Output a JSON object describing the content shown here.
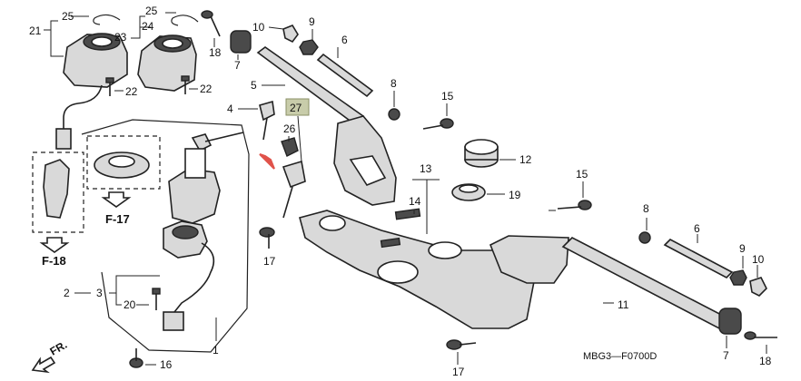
{
  "callouts": {
    "c1": "1",
    "c2": "2",
    "c3": "3",
    "c4": "4",
    "c5": "5",
    "c6a": "6",
    "c6b": "6",
    "c7a": "7",
    "c7b": "7",
    "c8a": "8",
    "c8b": "8",
    "c9a": "9",
    "c9b": "9",
    "c10a": "10",
    "c10b": "10",
    "c11": "11",
    "c12": "12",
    "c13": "13",
    "c14": "14",
    "c15a": "15",
    "c15b": "15",
    "c16": "16",
    "c17a": "17",
    "c17b": "17",
    "c18a": "18",
    "c18b": "18",
    "c19": "19",
    "c20": "20",
    "c21": "21",
    "c22a": "22",
    "c22b": "22",
    "c23": "23",
    "c24": "24",
    "c25a": "25",
    "c25b": "25",
    "c26": "26",
    "c27": "27"
  },
  "refs": {
    "f17": "F-17",
    "f18": "F-18"
  },
  "direction_label": "FR.",
  "diagram_code": "MBG3—F0700D",
  "colors": {
    "line": "#222222",
    "highlight_box": "#c8ccaa",
    "arrow_accent": "#e0524a"
  }
}
